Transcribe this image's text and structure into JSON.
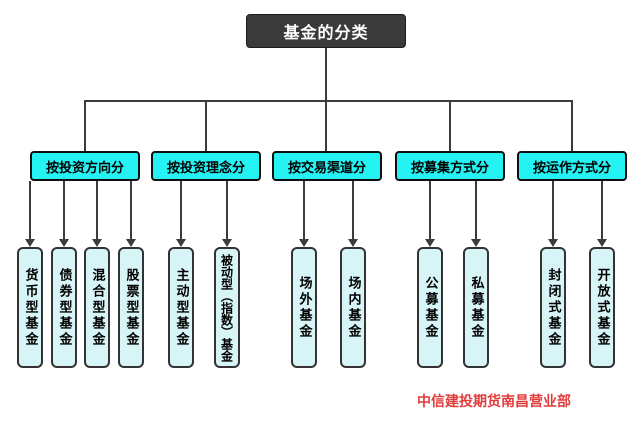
{
  "theme": {
    "accent": "#25f2f2",
    "leaf-bg": "#d7f4f6",
    "title-bg": "#3a3a3a",
    "line": "#3c3c3c",
    "brand-red": "#e23b3b"
  },
  "tree": {
    "root": "基金的分类",
    "categories": [
      {
        "label": "按投资方向分",
        "children": [
          "货币型基金",
          "债券型基金",
          "混合型基金",
          "股票型基金"
        ]
      },
      {
        "label": "按投资理念分",
        "children": [
          "主动型基金",
          "被动型（指数）基金"
        ]
      },
      {
        "label": "按交易渠道分",
        "children": [
          "场外基金",
          "场内基金"
        ]
      },
      {
        "label": "按募集方式分",
        "children": [
          "公募基金",
          "私募基金"
        ]
      },
      {
        "label": "按运作方式分",
        "children": [
          "封闭式基金",
          "开放式基金"
        ]
      }
    ]
  },
  "footer": {
    "brand": "中信建投期货南昌营业部"
  }
}
